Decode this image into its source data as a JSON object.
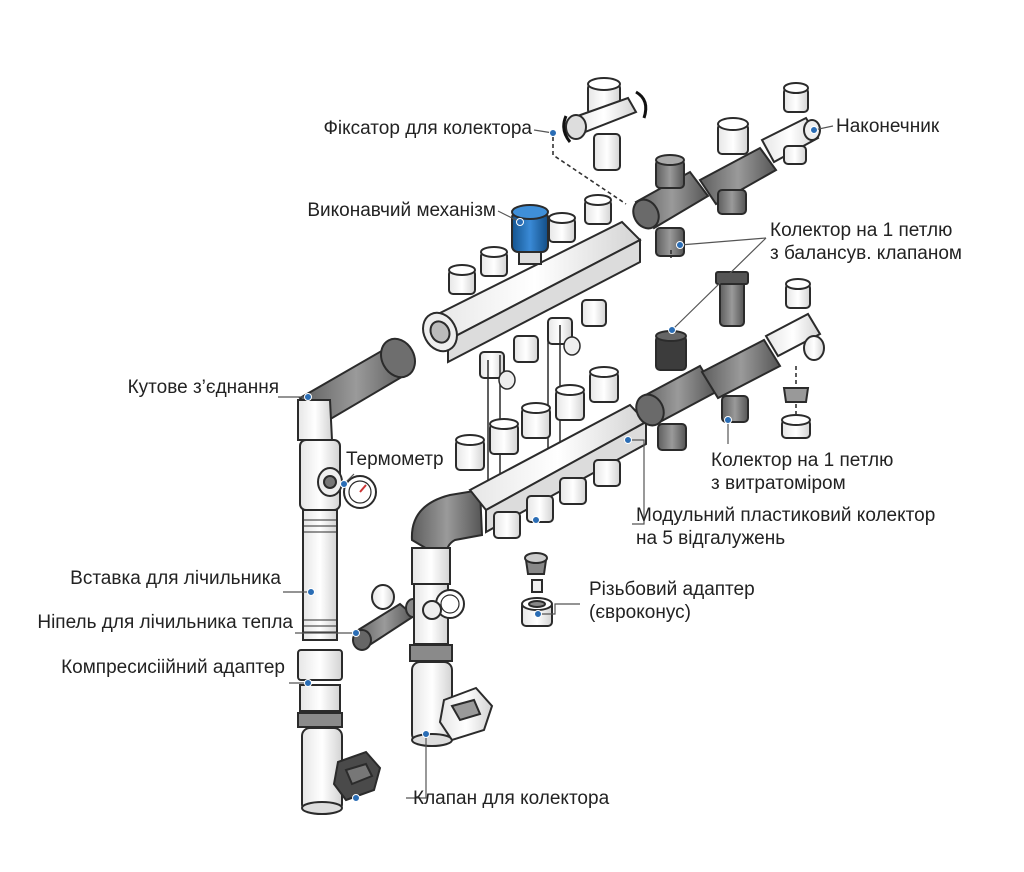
{
  "labels": {
    "fixator": "Фіксатор для колектора",
    "actuator": "Виконавчий механізм",
    "end_cap": "Наконечник",
    "collector_balance": [
      "Колектор на 1 петлю",
      "з балансув. клапаном"
    ],
    "angle_joint": "Кутове з’єднання",
    "thermometer": "Термометр",
    "collector_flowmeter": [
      "Колектор на 1 петлю",
      "з витратоміром"
    ],
    "modular_collector": [
      "Модульний пластиковий колектор",
      "на 5 відгалужень"
    ],
    "meter_insert": "Вставка для лічильника",
    "heat_meter_nipple": "Ніпель для лічильника тепла",
    "compression_adapter": "Компресисіійний адаптер",
    "threaded_adapter": [
      "Різьбовий адаптер",
      "(євроконус)"
    ],
    "collector_valve": "Клапан для колектора"
  },
  "colors": {
    "outline": "#2b2b2b",
    "body": "#f2f2f2",
    "shade": "#d6d6d6",
    "dark": "#5a5a5a",
    "actuator": "#1f6fb8",
    "leader_dot": "#2a6db5",
    "leader": "#555555"
  }
}
